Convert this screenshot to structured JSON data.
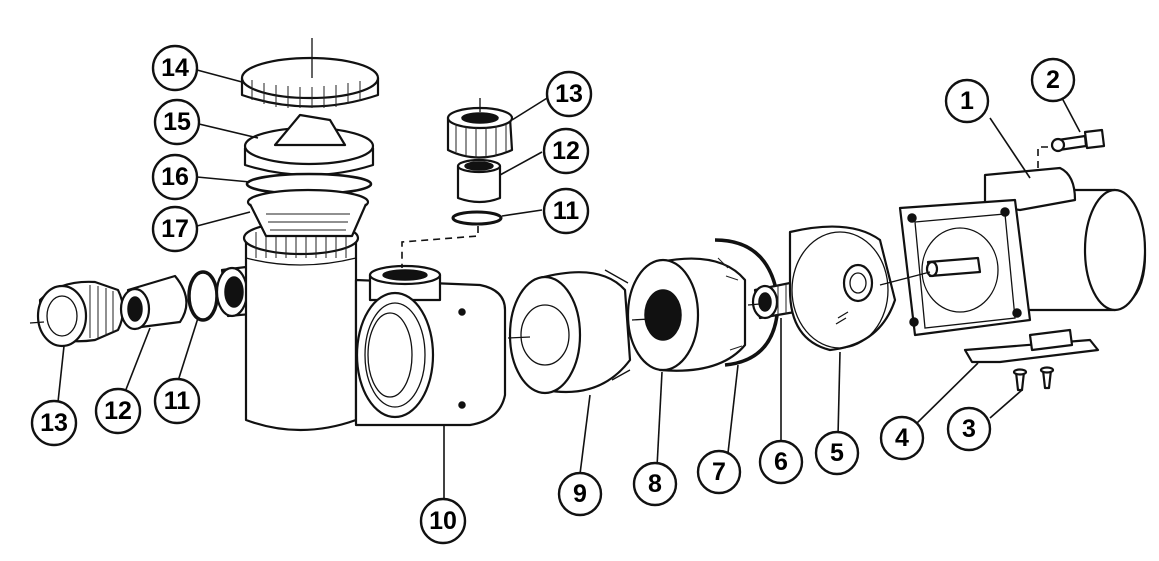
{
  "callouts": [
    {
      "id": "1",
      "label": "1"
    },
    {
      "id": "2",
      "label": "2"
    },
    {
      "id": "3",
      "label": "3"
    },
    {
      "id": "4",
      "label": "4"
    },
    {
      "id": "5",
      "label": "5"
    },
    {
      "id": "6",
      "label": "6"
    },
    {
      "id": "7",
      "label": "7"
    },
    {
      "id": "8",
      "label": "8"
    },
    {
      "id": "9",
      "label": "9"
    },
    {
      "id": "10",
      "label": "10"
    },
    {
      "id": "11a",
      "label": "11"
    },
    {
      "id": "11b",
      "label": "11"
    },
    {
      "id": "12a",
      "label": "12"
    },
    {
      "id": "12b",
      "label": "12"
    },
    {
      "id": "13a",
      "label": "13"
    },
    {
      "id": "13b",
      "label": "13"
    },
    {
      "id": "14",
      "label": "14"
    },
    {
      "id": "15",
      "label": "15"
    },
    {
      "id": "16",
      "label": "16"
    },
    {
      "id": "17",
      "label": "17"
    }
  ],
  "colors": {
    "line": "#111111",
    "background": "#ffffff"
  }
}
